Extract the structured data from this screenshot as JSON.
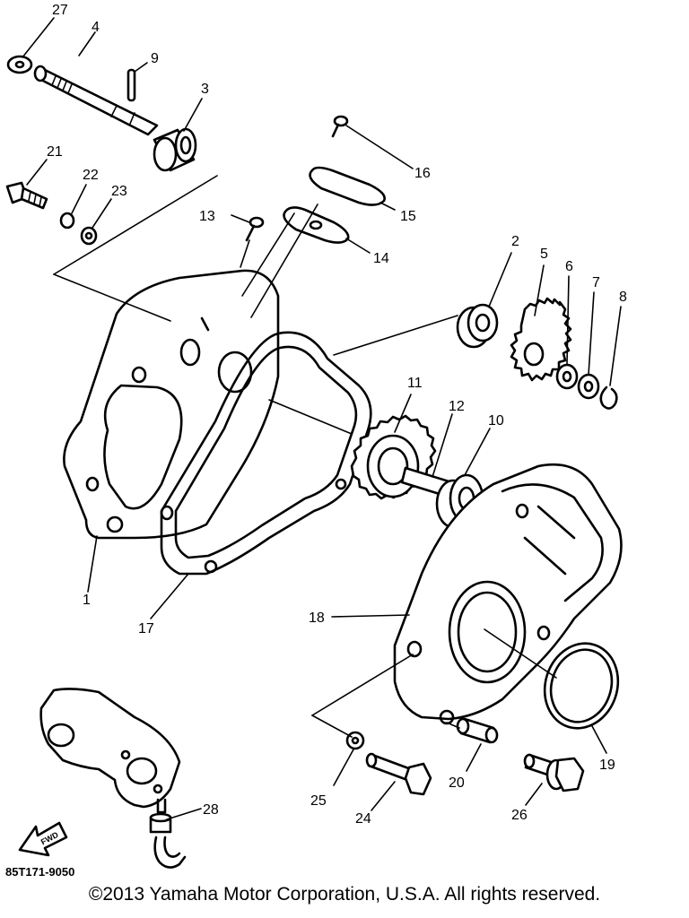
{
  "diagram_code": "85T171-9050",
  "fwd_label": "FWD",
  "copyright": "©2013 Yamaha Motor Corporation, U.S.A. All rights reserved.",
  "callouts": [
    "1",
    "2",
    "3",
    "4",
    "5",
    "6",
    "7",
    "8",
    "9",
    "10",
    "11",
    "12",
    "13",
    "14",
    "15",
    "16",
    "17",
    "18",
    "19",
    "20",
    "21",
    "22",
    "23",
    "24",
    "25",
    "26",
    "27",
    "28"
  ]
}
